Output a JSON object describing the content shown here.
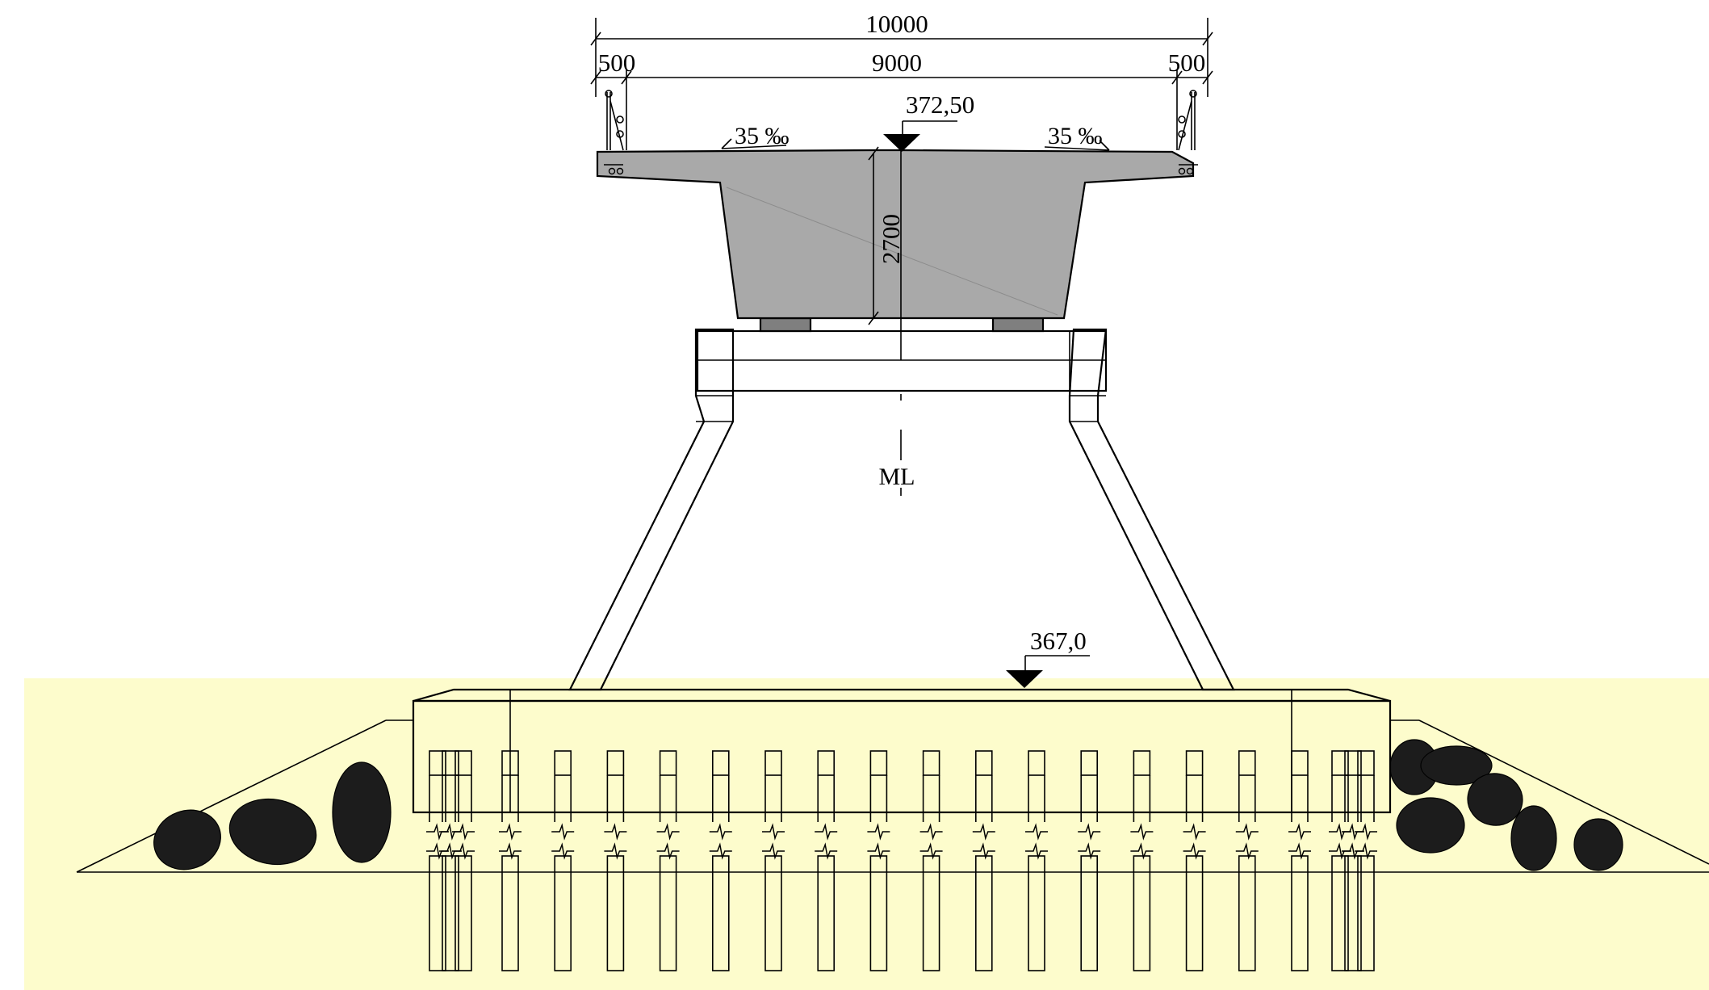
{
  "colors": {
    "soil": "#fdfccc",
    "deck": "#a9a9a9",
    "bearing": "#7f7f7f",
    "ink": "#000000",
    "rock": "#1c1c1c",
    "background": "#ffffff"
  },
  "dimensions": {
    "total_width": "10000",
    "roadway_width": "9000",
    "edge_left": "500",
    "edge_right": "500",
    "girder_depth": "2700"
  },
  "levels": {
    "deck_top": "372,50",
    "foundation_top": "367,0"
  },
  "slopes": {
    "left": "35 ‰",
    "right": "35 ‰"
  },
  "labels": {
    "axis": "ML"
  },
  "piles": {
    "count": 22,
    "broken_section": true
  }
}
